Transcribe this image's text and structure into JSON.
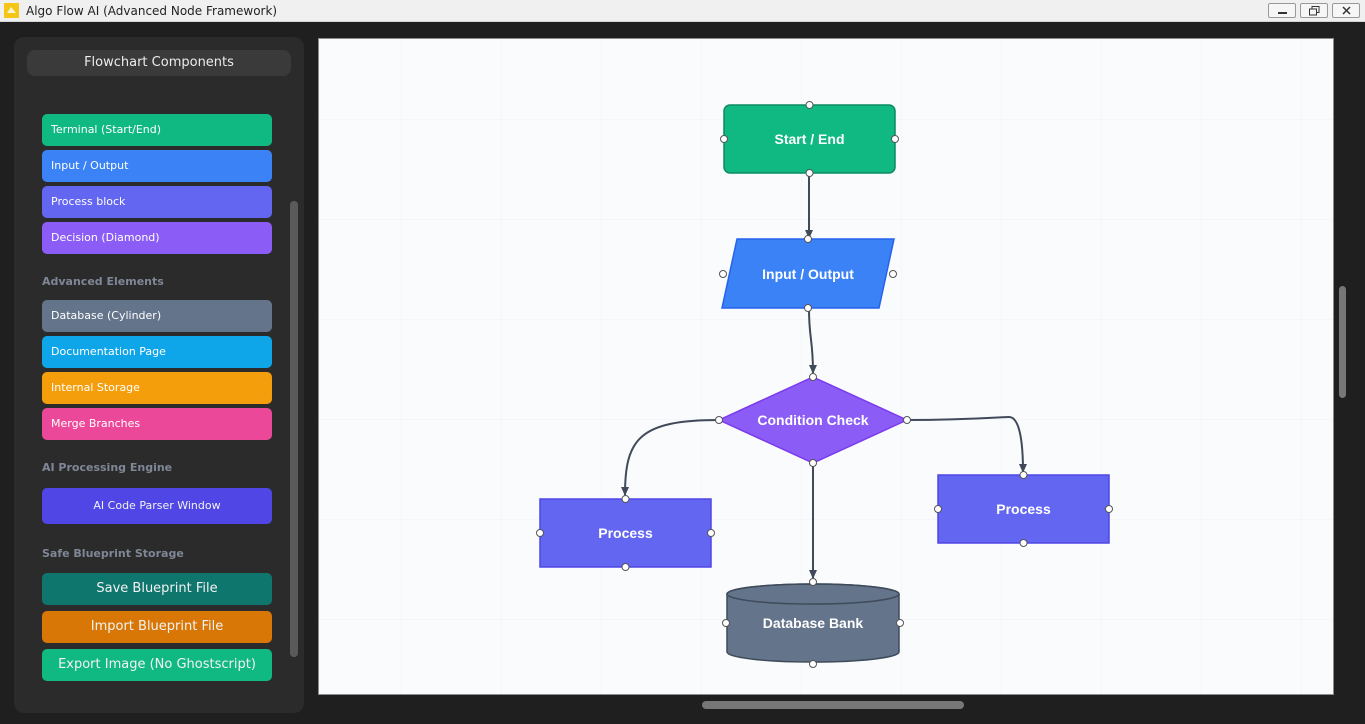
{
  "window": {
    "title": "Algo Flow AI (Advanced Node Framework)"
  },
  "sidebar": {
    "header": "Flowchart Components",
    "components": [
      {
        "label": "Terminal (Start/End)",
        "color": "#10b981"
      },
      {
        "label": "Input / Output",
        "color": "#3b82f6"
      },
      {
        "label": "Process block",
        "color": "#6366f1"
      },
      {
        "label": "Decision (Diamond)",
        "color": "#8b5cf6"
      }
    ],
    "advanced_label": "Advanced Elements",
    "advanced": [
      {
        "label": "Database (Cylinder)",
        "color": "#64748b"
      },
      {
        "label": "Documentation Page",
        "color": "#0ea5e9"
      },
      {
        "label": "Internal Storage",
        "color": "#f59e0b"
      },
      {
        "label": "Merge Branches",
        "color": "#ec4899"
      }
    ],
    "ai_label": "AI Processing Engine",
    "ai_button": {
      "label": "AI Code Parser Window",
      "color": "#4f46e5"
    },
    "storage_label": "Safe Blueprint Storage",
    "storage_buttons": [
      {
        "label": "Save Blueprint File",
        "color": "#0f766e"
      },
      {
        "label": "Import Blueprint File",
        "color": "#d97706"
      },
      {
        "label": "Export Image (No Ghostscript)",
        "color": "#10b981"
      }
    ]
  },
  "flowchart": {
    "nodes": {
      "start": {
        "label": "Start / End",
        "type": "terminal",
        "color": "#10b981"
      },
      "io": {
        "label": "Input / Output",
        "type": "io",
        "color": "#3b82f6"
      },
      "decision": {
        "label": "Condition Check",
        "type": "decision",
        "color": "#8b5cf6"
      },
      "process_left": {
        "label": "Process",
        "type": "process",
        "color": "#6366f1"
      },
      "process_right": {
        "label": "Process",
        "type": "process",
        "color": "#6366f1"
      },
      "database": {
        "label": "Database Bank",
        "type": "database",
        "color": "#64748b"
      }
    }
  }
}
